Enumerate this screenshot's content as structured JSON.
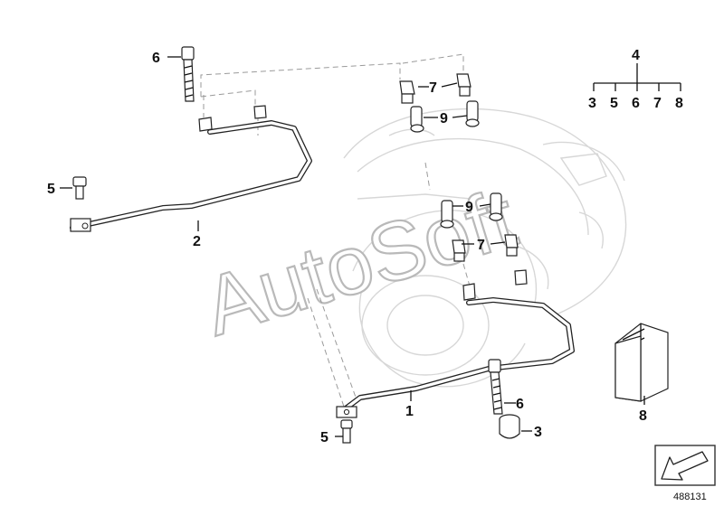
{
  "watermark": "AutoSoft",
  "diagram_number": "488131",
  "callouts": {
    "c6_top": "6",
    "c7_top": "7",
    "c9_top": "9",
    "c5_left": "5",
    "c2": "2",
    "c9_mid": "9",
    "c7_mid": "7",
    "c1": "1",
    "c6_bot": "6",
    "c3_bot": "3",
    "c5_bot": "5",
    "c8_book": "8"
  },
  "kit_tree": {
    "parent": "4",
    "children": [
      "3",
      "5",
      "6",
      "7",
      "8"
    ]
  }
}
